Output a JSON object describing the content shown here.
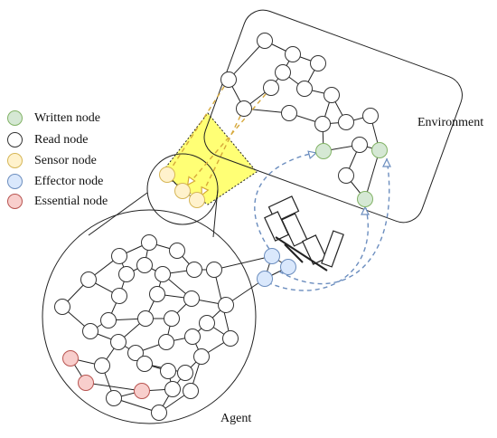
{
  "legend": {
    "items": [
      {
        "label": "Written node",
        "color": "#d5e8d4",
        "stroke": "#82b366"
      },
      {
        "label": "Read node",
        "color": "#ffffff",
        "stroke": "#333333"
      },
      {
        "label": "Sensor node",
        "color": "#fff2cc",
        "stroke": "#d6b656"
      },
      {
        "label": "Effector node",
        "color": "#dae8fc",
        "stroke": "#6c8ebf"
      },
      {
        "label": "Essential node",
        "color": "#f8cecc",
        "stroke": "#b85450"
      }
    ]
  },
  "labels": {
    "environment": "Environment",
    "agent": "Agent"
  },
  "colors": {
    "sensor_beam": "#ffff66",
    "sensor_dash": "#d6a83a",
    "effector_dash": "#6c8ebf"
  }
}
